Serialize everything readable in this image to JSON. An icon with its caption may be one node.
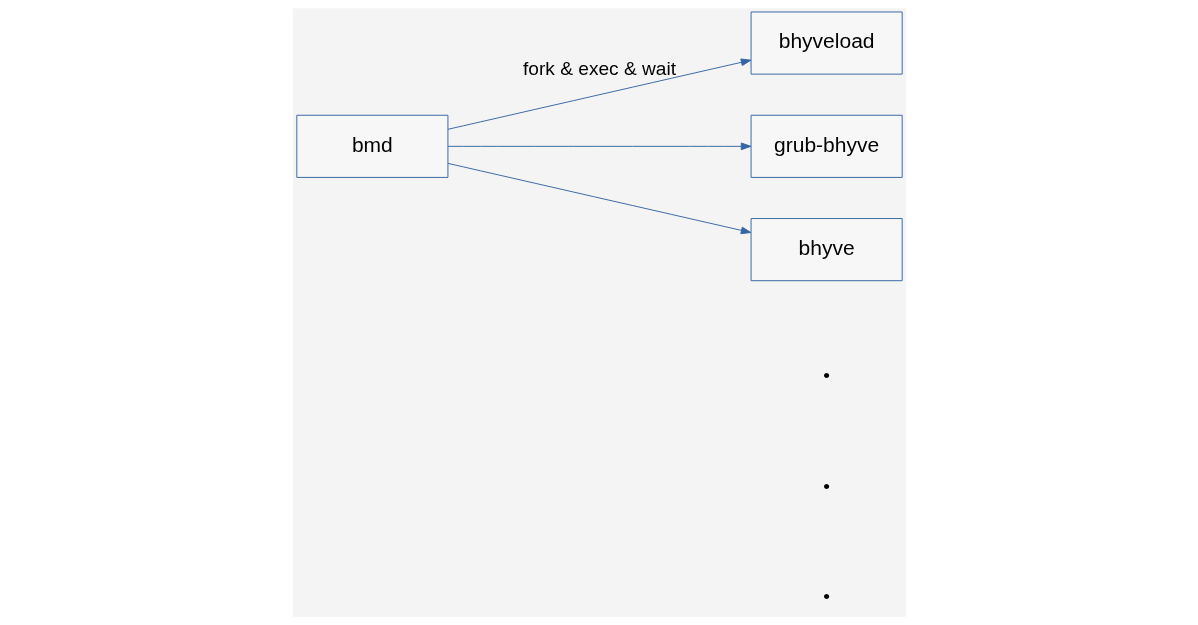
{
  "diagram": {
    "nodes": [
      {
        "text": [
          "bmd"
        ]
      },
      {
        "text": [
          "bhyveload"
        ]
      },
      {
        "text": [
          "grub-bhyve"
        ]
      },
      {
        "text": [
          "bhyve"
        ]
      }
    ],
    "edges": [
      {
        "from": 0,
        "to": 1,
        "arrow": "to",
        "label": "fork & exec & wait"
      },
      {
        "from": 0,
        "to": 2,
        "arrow": "to"
      },
      {
        "from": 0,
        "to": 3,
        "arrow": "to"
      }
    ],
    "labels": [
      "•",
      "•",
      "•"
    ]
  }
}
